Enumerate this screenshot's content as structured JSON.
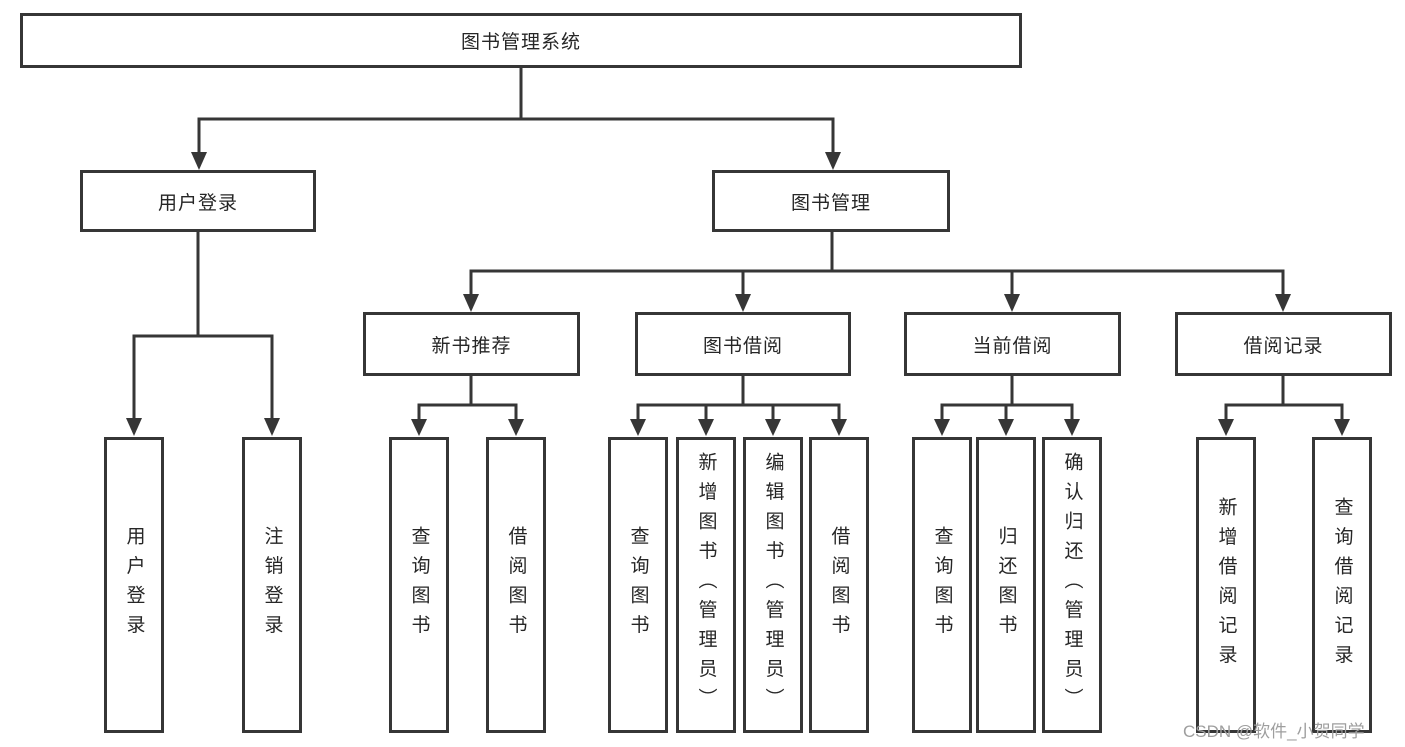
{
  "diagram": {
    "type": "hierarchy-tree",
    "title": "图书管理系统",
    "tree": {
      "label": "图书管理系统",
      "children": [
        {
          "label": "用户登录",
          "children": [
            {
              "label": "用户登录"
            },
            {
              "label": "注销登录"
            }
          ]
        },
        {
          "label": "图书管理",
          "children": [
            {
              "label": "新书推荐",
              "children": [
                {
                  "label": "查询图书"
                },
                {
                  "label": "借阅图书"
                }
              ]
            },
            {
              "label": "图书借阅",
              "children": [
                {
                  "label": "查询图书"
                },
                {
                  "label": "新增图书（管理员）"
                },
                {
                  "label": "编辑图书（管理员）"
                },
                {
                  "label": "借阅图书"
                }
              ]
            },
            {
              "label": "当前借阅",
              "children": [
                {
                  "label": "查询图书"
                },
                {
                  "label": "归还图书"
                },
                {
                  "label": "确认归还（管理员）"
                }
              ]
            },
            {
              "label": "借阅记录",
              "children": [
                {
                  "label": "新增借阅记录"
                },
                {
                  "label": "查询借阅记录"
                }
              ]
            }
          ]
        }
      ]
    },
    "colors": {
      "line": "#363636",
      "box_border": "#363636",
      "text": "#262626",
      "watermark": "#9e9e9e",
      "background": "#ffffff"
    }
  },
  "watermark": "CSDN @软件_小贺同学"
}
